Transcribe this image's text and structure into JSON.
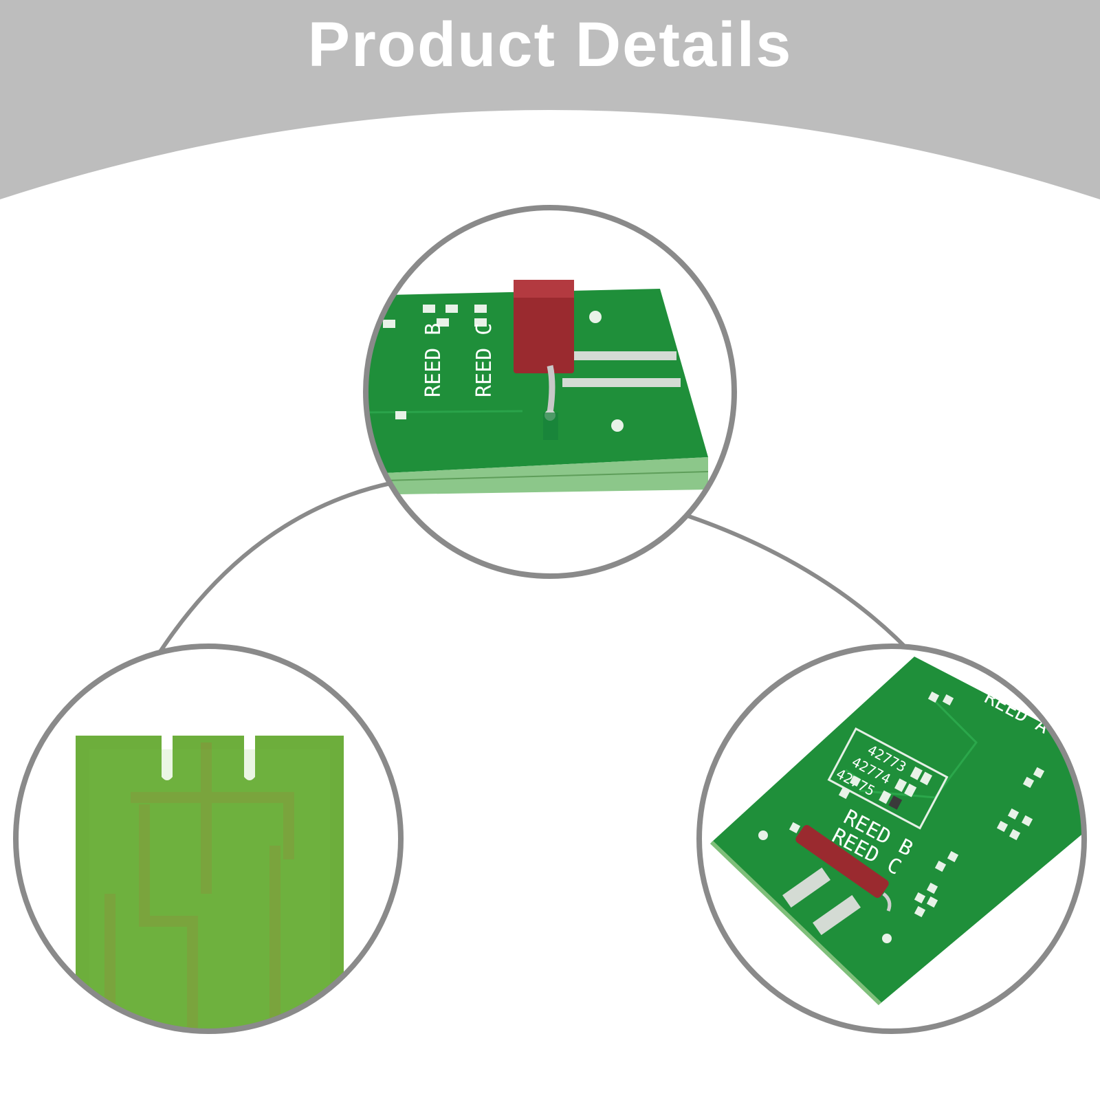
{
  "header": {
    "title": "Product Details",
    "banner_color": "#bdbdbd",
    "title_color": "#ffffff"
  },
  "colors": {
    "ring": "#8a8a8a",
    "pcb_green": "#1f8f3a",
    "pcb_edge": "#7fbf7a",
    "reed_red": "#9a2a2f",
    "bare_board": "#6dae3c"
  },
  "top_detail": {
    "label_line_1": "REED B",
    "label_line_2": "REED C"
  },
  "right_detail": {
    "codes": [
      "42773",
      "42774",
      "42775"
    ],
    "label_top": "REED A",
    "label_line_1": "REED B",
    "label_line_2": "REED C"
  }
}
